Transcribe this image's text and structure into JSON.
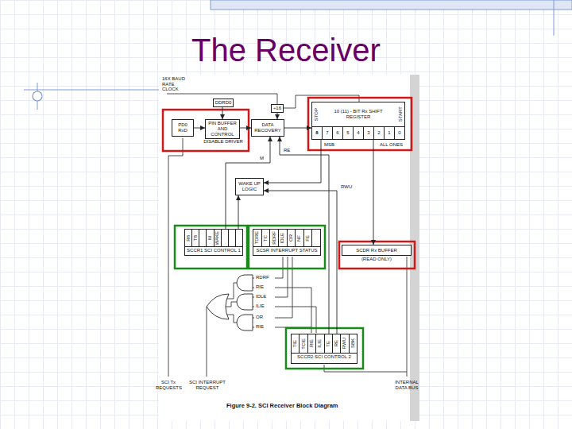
{
  "diagram": {
    "title": "The Receiver",
    "caption": "Figure 9-2. SCI Receiver Block Diagram",
    "nodes": [
      {
        "text": [
          "DDRD0"
        ]
      },
      {
        "text": [
          "÷16"
        ]
      },
      {
        "text": [
          "STOP",
          "10 (11) - BIT Rx SHIFT REGISTER",
          "START",
          "8",
          "7",
          "6",
          "5",
          "4",
          "3",
          "2",
          "1",
          "0"
        ]
      },
      {
        "text": [
          "PD0 RxD"
        ]
      },
      {
        "text": [
          "PIN BUFFER AND CONTROL"
        ]
      },
      {
        "text": [
          "DATA RECOVERY"
        ]
      },
      {
        "text": [
          "WAKE UP LOGIC"
        ]
      },
      {
        "text": [
          "R8",
          "T8",
          "M",
          "WAKE",
          "SCCR1 SCI CONTROL 1"
        ]
      },
      {
        "text": [
          "TDRE",
          "TC",
          "RDRF",
          "IDLE",
          "OR",
          "NF",
          "FE",
          "SCSR INTERRUPT STATUS"
        ]
      },
      {
        "text": [
          "SCDR Rx BUFFER",
          "(READ ONLY)"
        ]
      },
      {
        "text": [
          "TIE",
          "TCIE",
          "RIE",
          "ILIE",
          "TE",
          "RE",
          "RWU",
          "SBK",
          "SCCR2 SCI CONTROL 2"
        ]
      }
    ],
    "edges": [
      {
        "from": 0,
        "to": 4,
        "arrow": "to"
      },
      {
        "from": 1,
        "to": 5,
        "arrow": "to"
      },
      {
        "from": 3,
        "to": 4,
        "arrow": "to"
      },
      {
        "from": 4,
        "to": 5,
        "arrow": "to"
      },
      {
        "from": 5,
        "to": 2,
        "arrow": "to"
      },
      {
        "from": 2,
        "to": 9,
        "arrow": "to"
      },
      {
        "from": 2,
        "to": 6,
        "arrow": "to"
      },
      {
        "from": 7,
        "to": 6,
        "arrow": "to"
      },
      {
        "from": 10,
        "to": 6,
        "label": "RWU",
        "arrow": "to"
      },
      {
        "from": 7,
        "to": 5,
        "label": "M",
        "arrow": "to"
      },
      {
        "from": 10,
        "to": 5,
        "label": "RE",
        "arrow": "to"
      }
    ],
    "labels": [
      "16X BAUD RATE CLOCK",
      "DISABLE DRIVER",
      "MSB",
      "ALL ONES",
      "RDRF",
      "RIE",
      "IDLE",
      "ILIE",
      "OR",
      "RIE",
      "SCI Tx REQUESTS",
      "SCI INTERRUPT REQUEST",
      "INTERNAL DATA BUS"
    ]
  }
}
